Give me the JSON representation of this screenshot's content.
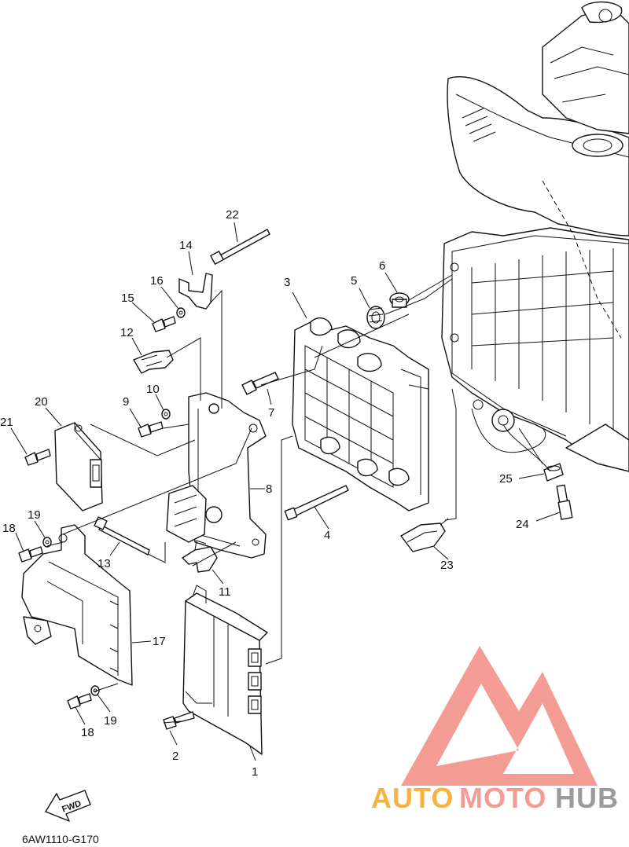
{
  "diagram_code": "6AW1110-G170",
  "fwd_label": "FWD",
  "watermark": {
    "word_a": "AUTO",
    "word_b": "MOTO",
    "word_c": "HUB",
    "color_a": "#f5a623",
    "color_b": "#f28b82",
    "color_c": "#8a8a8a",
    "logo_color": "#f28b82"
  },
  "callouts": [
    "1",
    "2",
    "3",
    "4",
    "5",
    "6",
    "7",
    "8",
    "9",
    "10",
    "11",
    "12",
    "13",
    "14",
    "15",
    "16",
    "17",
    "18",
    "18",
    "19",
    "19",
    "20",
    "21",
    "22",
    "23",
    "24",
    "25"
  ]
}
